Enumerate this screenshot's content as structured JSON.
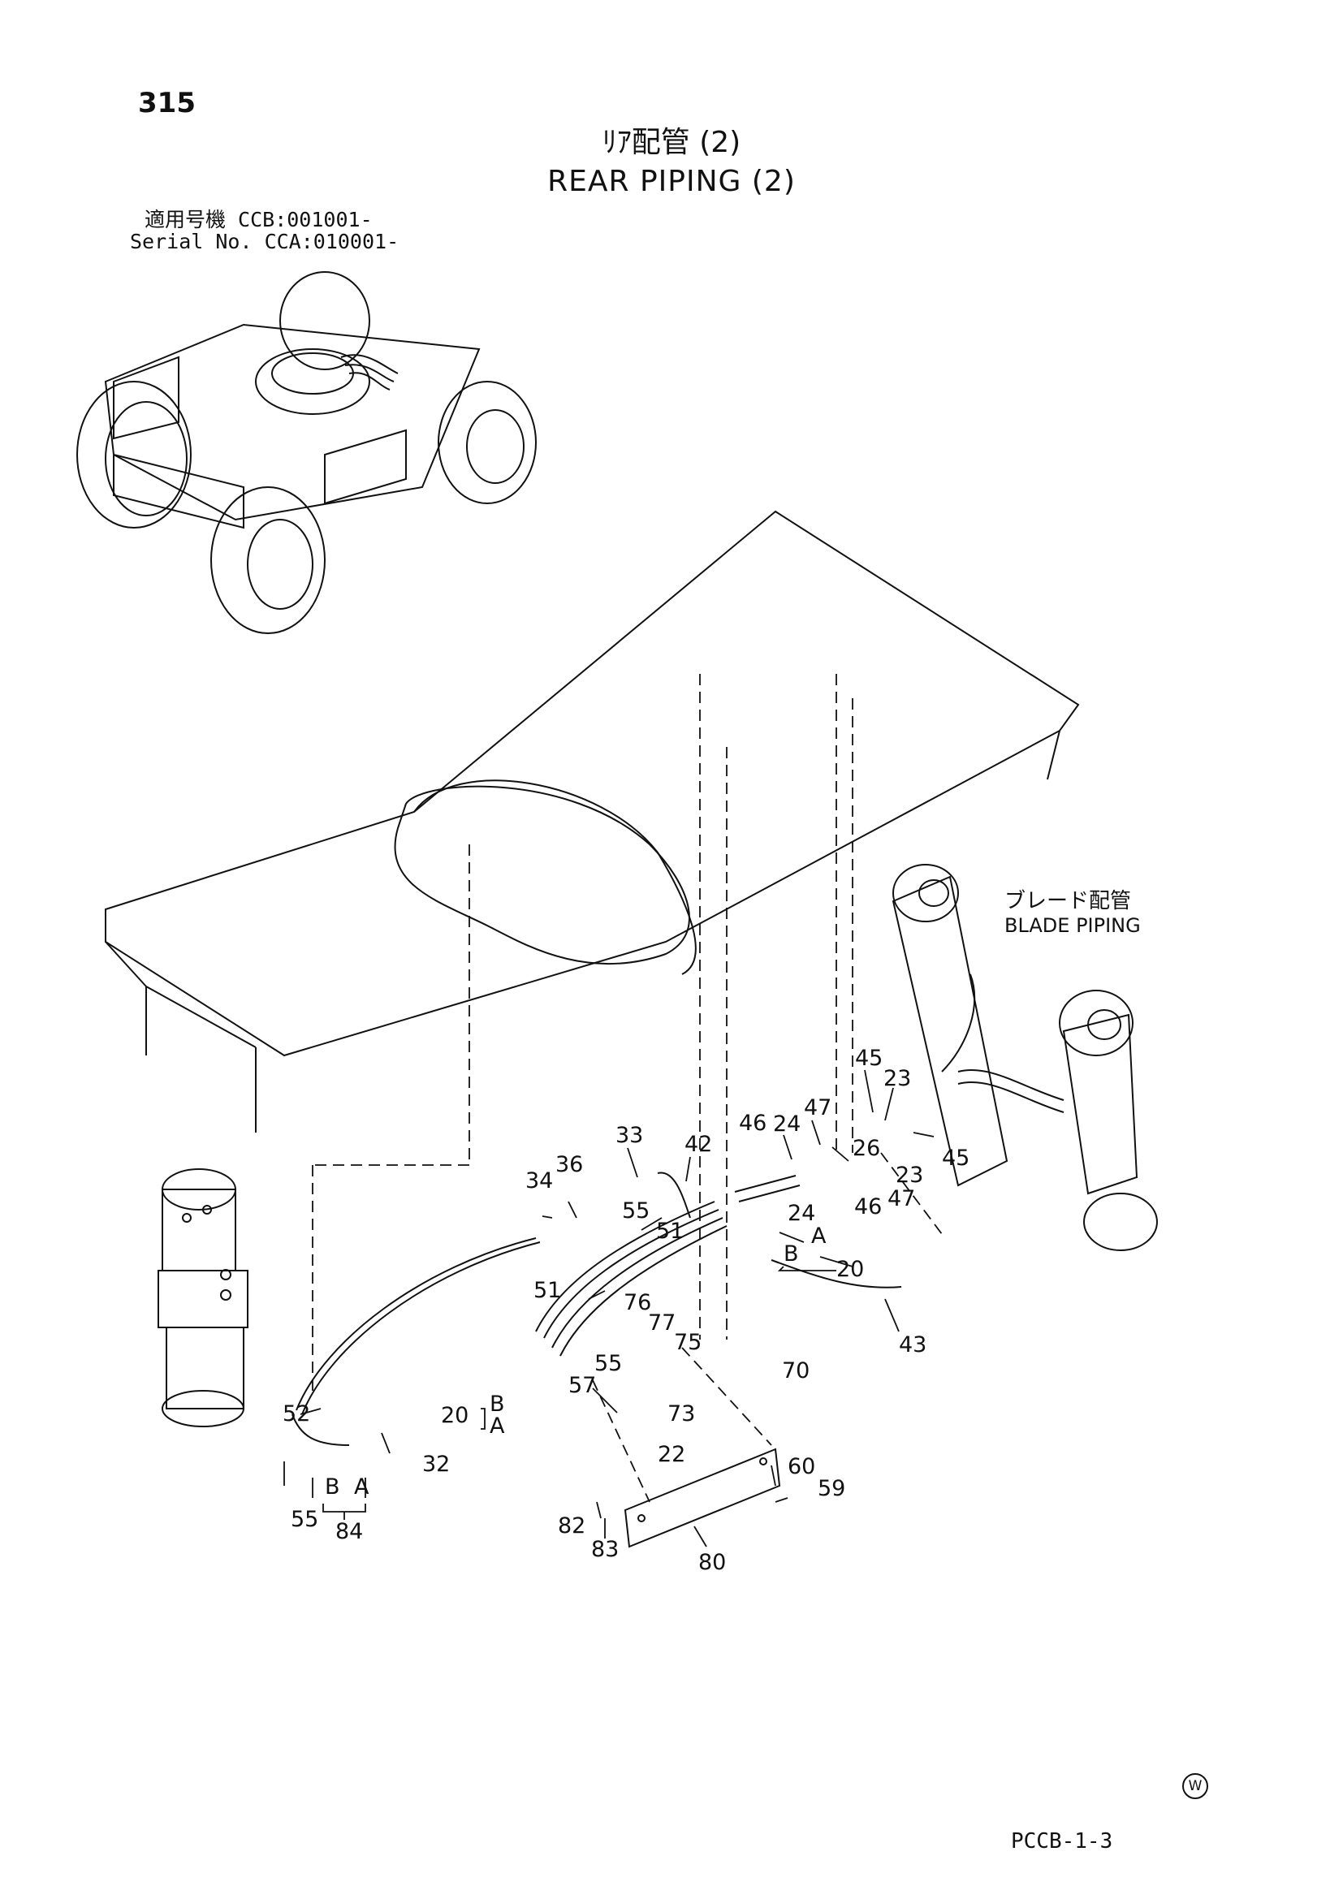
{
  "page": {
    "number": "315",
    "code": "PCCB-1-3",
    "mark": "W"
  },
  "title": {
    "japanese": "ﾘｱ配管 (2)",
    "english": "REAR PIPING (2)"
  },
  "serial": {
    "japanese": "適用号機  CCB:001001-",
    "english": "Serial No. CCA:010001-"
  },
  "annotation": {
    "japanese": "ブレード配管",
    "english": "BLADE PIPING"
  },
  "callouts": [
    {
      "id": "c45a",
      "label": "45"
    },
    {
      "id": "c23a",
      "label": "23"
    },
    {
      "id": "c47a",
      "label": "47"
    },
    {
      "id": "c46a",
      "label": "46"
    },
    {
      "id": "c24a",
      "label": "24"
    },
    {
      "id": "c26",
      "label": "26"
    },
    {
      "id": "c45b",
      "label": "45"
    },
    {
      "id": "c23b",
      "label": "23"
    },
    {
      "id": "c47b",
      "label": "47"
    },
    {
      "id": "c46b",
      "label": "46"
    },
    {
      "id": "c24b",
      "label": "24"
    },
    {
      "id": "c33",
      "label": "33"
    },
    {
      "id": "c42",
      "label": "42"
    },
    {
      "id": "c36",
      "label": "36"
    },
    {
      "id": "c34",
      "label": "34"
    },
    {
      "id": "c55a",
      "label": "55"
    },
    {
      "id": "c51a",
      "label": "51"
    },
    {
      "id": "cAa",
      "label": "A"
    },
    {
      "id": "cBa",
      "label": "B"
    },
    {
      "id": "c20a",
      "label": "20"
    },
    {
      "id": "c51b",
      "label": "51"
    },
    {
      "id": "c43",
      "label": "43"
    },
    {
      "id": "c76",
      "label": "76"
    },
    {
      "id": "c77",
      "label": "77"
    },
    {
      "id": "c75",
      "label": "75"
    },
    {
      "id": "c55b",
      "label": "55"
    },
    {
      "id": "c70",
      "label": "70"
    },
    {
      "id": "c57",
      "label": "57"
    },
    {
      "id": "c73",
      "label": "73"
    },
    {
      "id": "c20b",
      "label": "20"
    },
    {
      "id": "cBb",
      "label": "B"
    },
    {
      "id": "cAb",
      "label": "A"
    },
    {
      "id": "c22",
      "label": "22"
    },
    {
      "id": "c52",
      "label": "52"
    },
    {
      "id": "c32",
      "label": "32"
    },
    {
      "id": "cBc",
      "label": "B"
    },
    {
      "id": "cAc",
      "label": "A"
    },
    {
      "id": "c55c",
      "label": "55"
    },
    {
      "id": "c84",
      "label": "84"
    },
    {
      "id": "c60",
      "label": "60"
    },
    {
      "id": "c59",
      "label": "59"
    },
    {
      "id": "c82",
      "label": "82"
    },
    {
      "id": "c83",
      "label": "83"
    },
    {
      "id": "c80",
      "label": "80"
    }
  ]
}
